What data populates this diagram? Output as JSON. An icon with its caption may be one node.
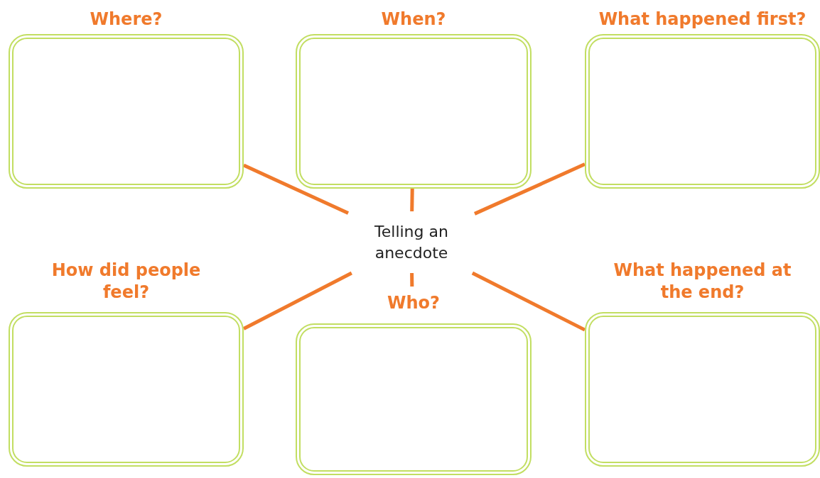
{
  "diagram": {
    "nodes": [
      {
        "text": [
          "Where?"
        ]
      },
      {
        "text": [
          "When?"
        ]
      },
      {
        "text": [
          "What happened first?"
        ]
      },
      {
        "text": [
          "Telling an anecdote"
        ]
      },
      {
        "text": [
          "How did people feel?"
        ]
      },
      {
        "text": [
          "Who?"
        ]
      },
      {
        "text": [
          "What happened at the end?"
        ]
      }
    ],
    "edges": [
      {
        "from": 3,
        "to": 0,
        "arrow": "none"
      },
      {
        "from": 3,
        "to": 1,
        "arrow": "none"
      },
      {
        "from": 3,
        "to": 2,
        "arrow": "none"
      },
      {
        "from": 3,
        "to": 4,
        "arrow": "none"
      },
      {
        "from": 3,
        "to": 5,
        "arrow": "none"
      },
      {
        "from": 3,
        "to": 6,
        "arrow": "none"
      }
    ]
  }
}
